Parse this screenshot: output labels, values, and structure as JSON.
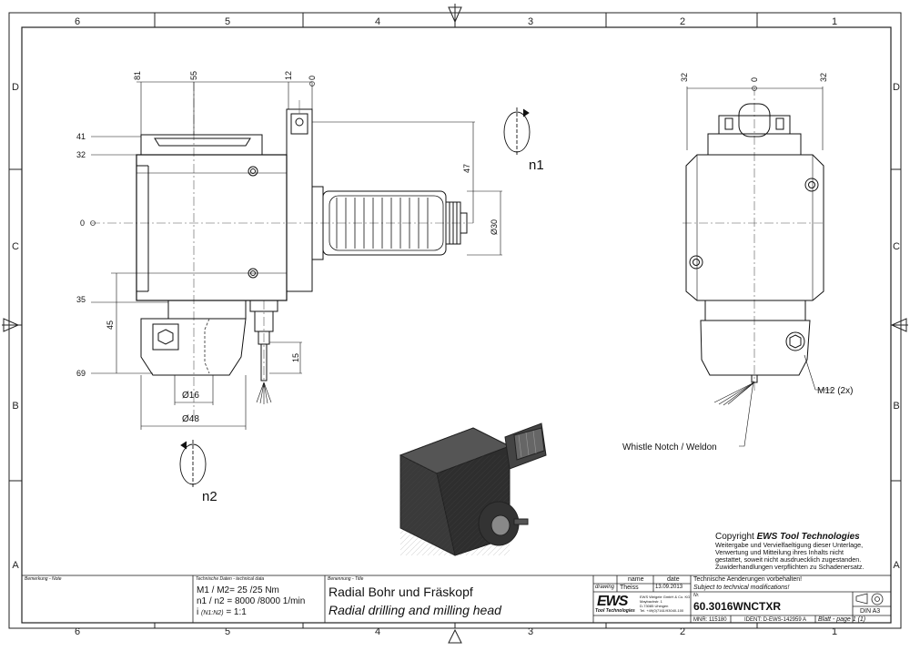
{
  "frame": {
    "columns_top": [
      "6",
      "5",
      "4",
      "3",
      "2",
      "1"
    ],
    "columns_bottom": [
      "6",
      "5",
      "4",
      "3",
      "2",
      "1"
    ],
    "rows_left": [
      "D",
      "C",
      "B",
      "A"
    ],
    "rows_right": [
      "D",
      "C",
      "B",
      "A"
    ]
  },
  "front_view": {
    "top_dims": [
      "81",
      "55",
      "12",
      "0"
    ],
    "left_dims": [
      "41",
      "32",
      "0",
      "35",
      "69"
    ],
    "vertical_dims": [
      "45",
      "15"
    ],
    "bottom_dims": [
      "Ø16",
      "Ø48"
    ],
    "right_dims": [
      "47",
      "Ø30"
    ],
    "rotation_labels": [
      "n1",
      "n2"
    ]
  },
  "side_view": {
    "top_dims": [
      "32",
      "0",
      "32"
    ],
    "screw_label": "M12 (2x)",
    "notch_label": "Whistle Notch / Weldon"
  },
  "copyright": {
    "prefix": "Copyright ",
    "brand": "EWS Tool Technologies",
    "lines": [
      "Weitergabe und Vervielfaeltigung dieser Unterlage,",
      "Verwertung und Mitteilung ihres Inhalts nicht",
      "gestattet, soweit nicht ausdruecklich zugestanden.",
      "Zuwiderhandlungen verpflichten zu Schadenersatz."
    ]
  },
  "title_block": {
    "remarks_label": "Bemerkung - Note",
    "techdata_label": "Technische Daten - technical data",
    "techdata": {
      "torque": "M1 / M2= 25 /25  Nm",
      "speed": "n1 / n2 = 8000 /8000  1/min",
      "ratio_prefix": "i",
      "ratio_mid": "(N1:N2)",
      "ratio_value": "= 1:1"
    },
    "name_label": "Benennung - Title",
    "title_de": "Radial Bohr und Fräskopf",
    "title_en": "Radial drilling and milling head",
    "col_name": "name",
    "col_date": "date",
    "row_drawing": "drawing",
    "drawer_name": "Theiss",
    "drawing_date": "13.09.2013",
    "company_logo": "EWS",
    "company_sub": "Tool Technologies",
    "company_addr": [
      "EWS Weigele GmbH & Co. KG",
      "Maybachstr. 1",
      "D-73085 Uhingen",
      "Tel. +49(0)7161/93040-100"
    ],
    "tech_changes_de": "Technische Aenderungen vorbehalten!",
    "tech_changes_en": "Subject to technical modifications!",
    "nr_label": "Nr.",
    "part_no": "60.3016WNCTXR",
    "mnr": "MNR: 115180",
    "ident": "IDENT: D-EWS-142959 A",
    "sheet": "Blatt - page  1 (1)",
    "format": "DIN A3"
  }
}
